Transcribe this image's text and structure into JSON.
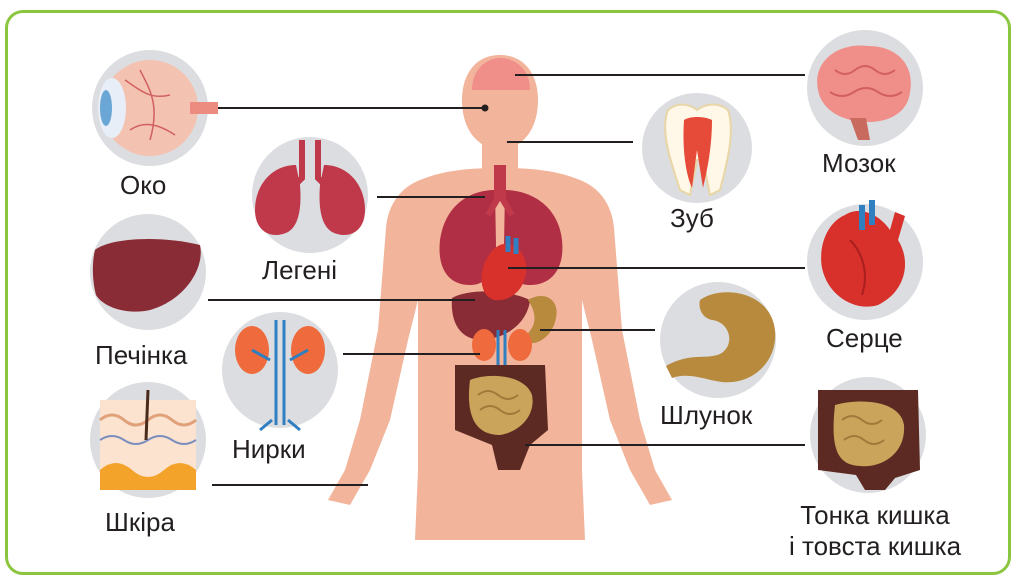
{
  "labels": {
    "eye": "Око",
    "brain": "Мозок",
    "tooth": "Зуб",
    "lungs": "Легені",
    "heart": "Серце",
    "liver": "Печінка",
    "stomach": "Шлунок",
    "kidneys": "Нирки",
    "intestine_line1": "Тонка кишка",
    "intestine_line2": "і товста кишка",
    "skin": "Шкіра"
  },
  "colors": {
    "frame": "#8cc63f",
    "body": "#f2b49a",
    "circle_bg": "#dcdde0",
    "brain": "#f08e8a",
    "lungs": "#c0394b",
    "heart": "#d8302a",
    "liver": "#8a2c35",
    "stomach": "#b88a3e",
    "kidney": "#ef6a3c",
    "large_intestine": "#5c2a22",
    "small_intestine": "#c9a45a",
    "vessel_blue": "#2f7fc1"
  }
}
